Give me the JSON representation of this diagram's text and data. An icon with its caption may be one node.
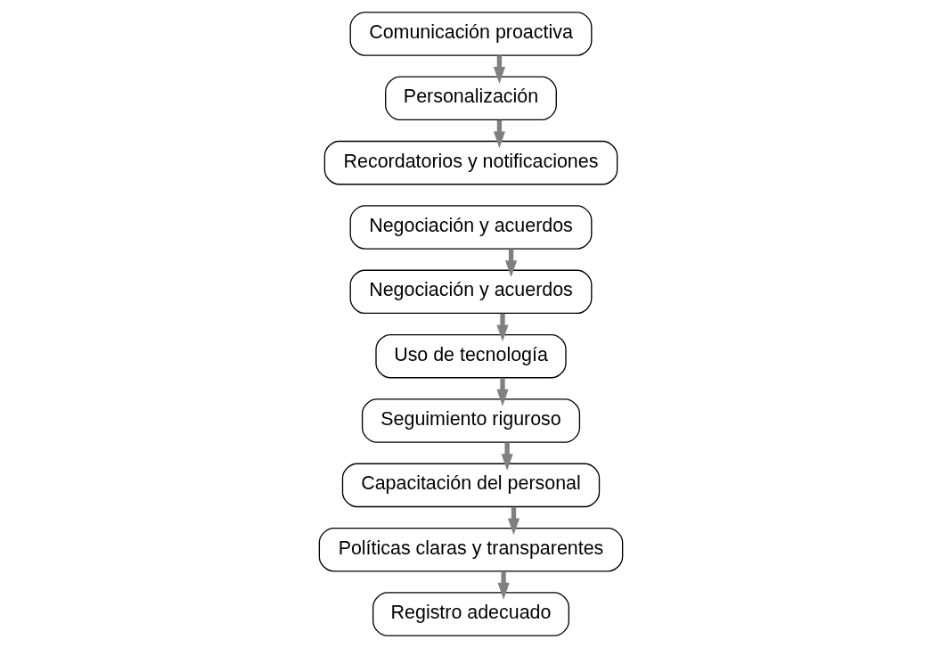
{
  "diagram": {
    "nodes": [
      {
        "text": [
          "Comunicación proactiva"
        ]
      },
      {
        "text": [
          "Personalización"
        ]
      },
      {
        "text": [
          "Recordatorios y notificaciones"
        ]
      },
      {
        "text": [
          "Negociación y acuerdos"
        ]
      },
      {
        "text": [
          "Negociación y acuerdos"
        ]
      },
      {
        "text": [
          "Uso de tecnología"
        ]
      },
      {
        "text": [
          "Seguimiento riguroso"
        ]
      },
      {
        "text": [
          "Capacitación del personal"
        ]
      },
      {
        "text": [
          "Políticas claras y transparentes"
        ]
      },
      {
        "text": [
          "Registro adecuado"
        ]
      }
    ],
    "edges": [
      {
        "from": 0,
        "to": 1,
        "arrow": "to"
      },
      {
        "from": 1,
        "to": 2,
        "arrow": "to"
      },
      {
        "from": 3,
        "to": 4,
        "arrow": "to"
      },
      {
        "from": 4,
        "to": 5,
        "arrow": "to"
      },
      {
        "from": 5,
        "to": 6,
        "arrow": "to"
      },
      {
        "from": 6,
        "to": 7,
        "arrow": "to"
      },
      {
        "from": 7,
        "to": 8,
        "arrow": "to"
      },
      {
        "from": 8,
        "to": 9,
        "arrow": "to"
      }
    ]
  }
}
